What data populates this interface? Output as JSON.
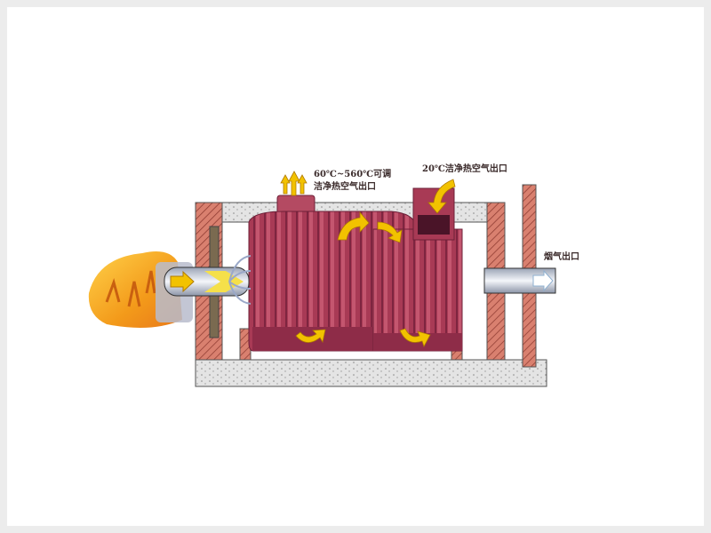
{
  "diagram": {
    "labels": {
      "hot_air_outlet_range": "60℃~560℃可调",
      "hot_air_outlet": "洁净热空气出口",
      "inlet_20c": "20℃洁净热空气出口",
      "flue_gas_outlet": "烟气出口"
    },
    "colors": {
      "brick": "#c9685a",
      "exchanger": "#a83a55",
      "flame": "#f5a623",
      "arrow": "#f2c200",
      "insulation": "#dcdcdc"
    }
  }
}
